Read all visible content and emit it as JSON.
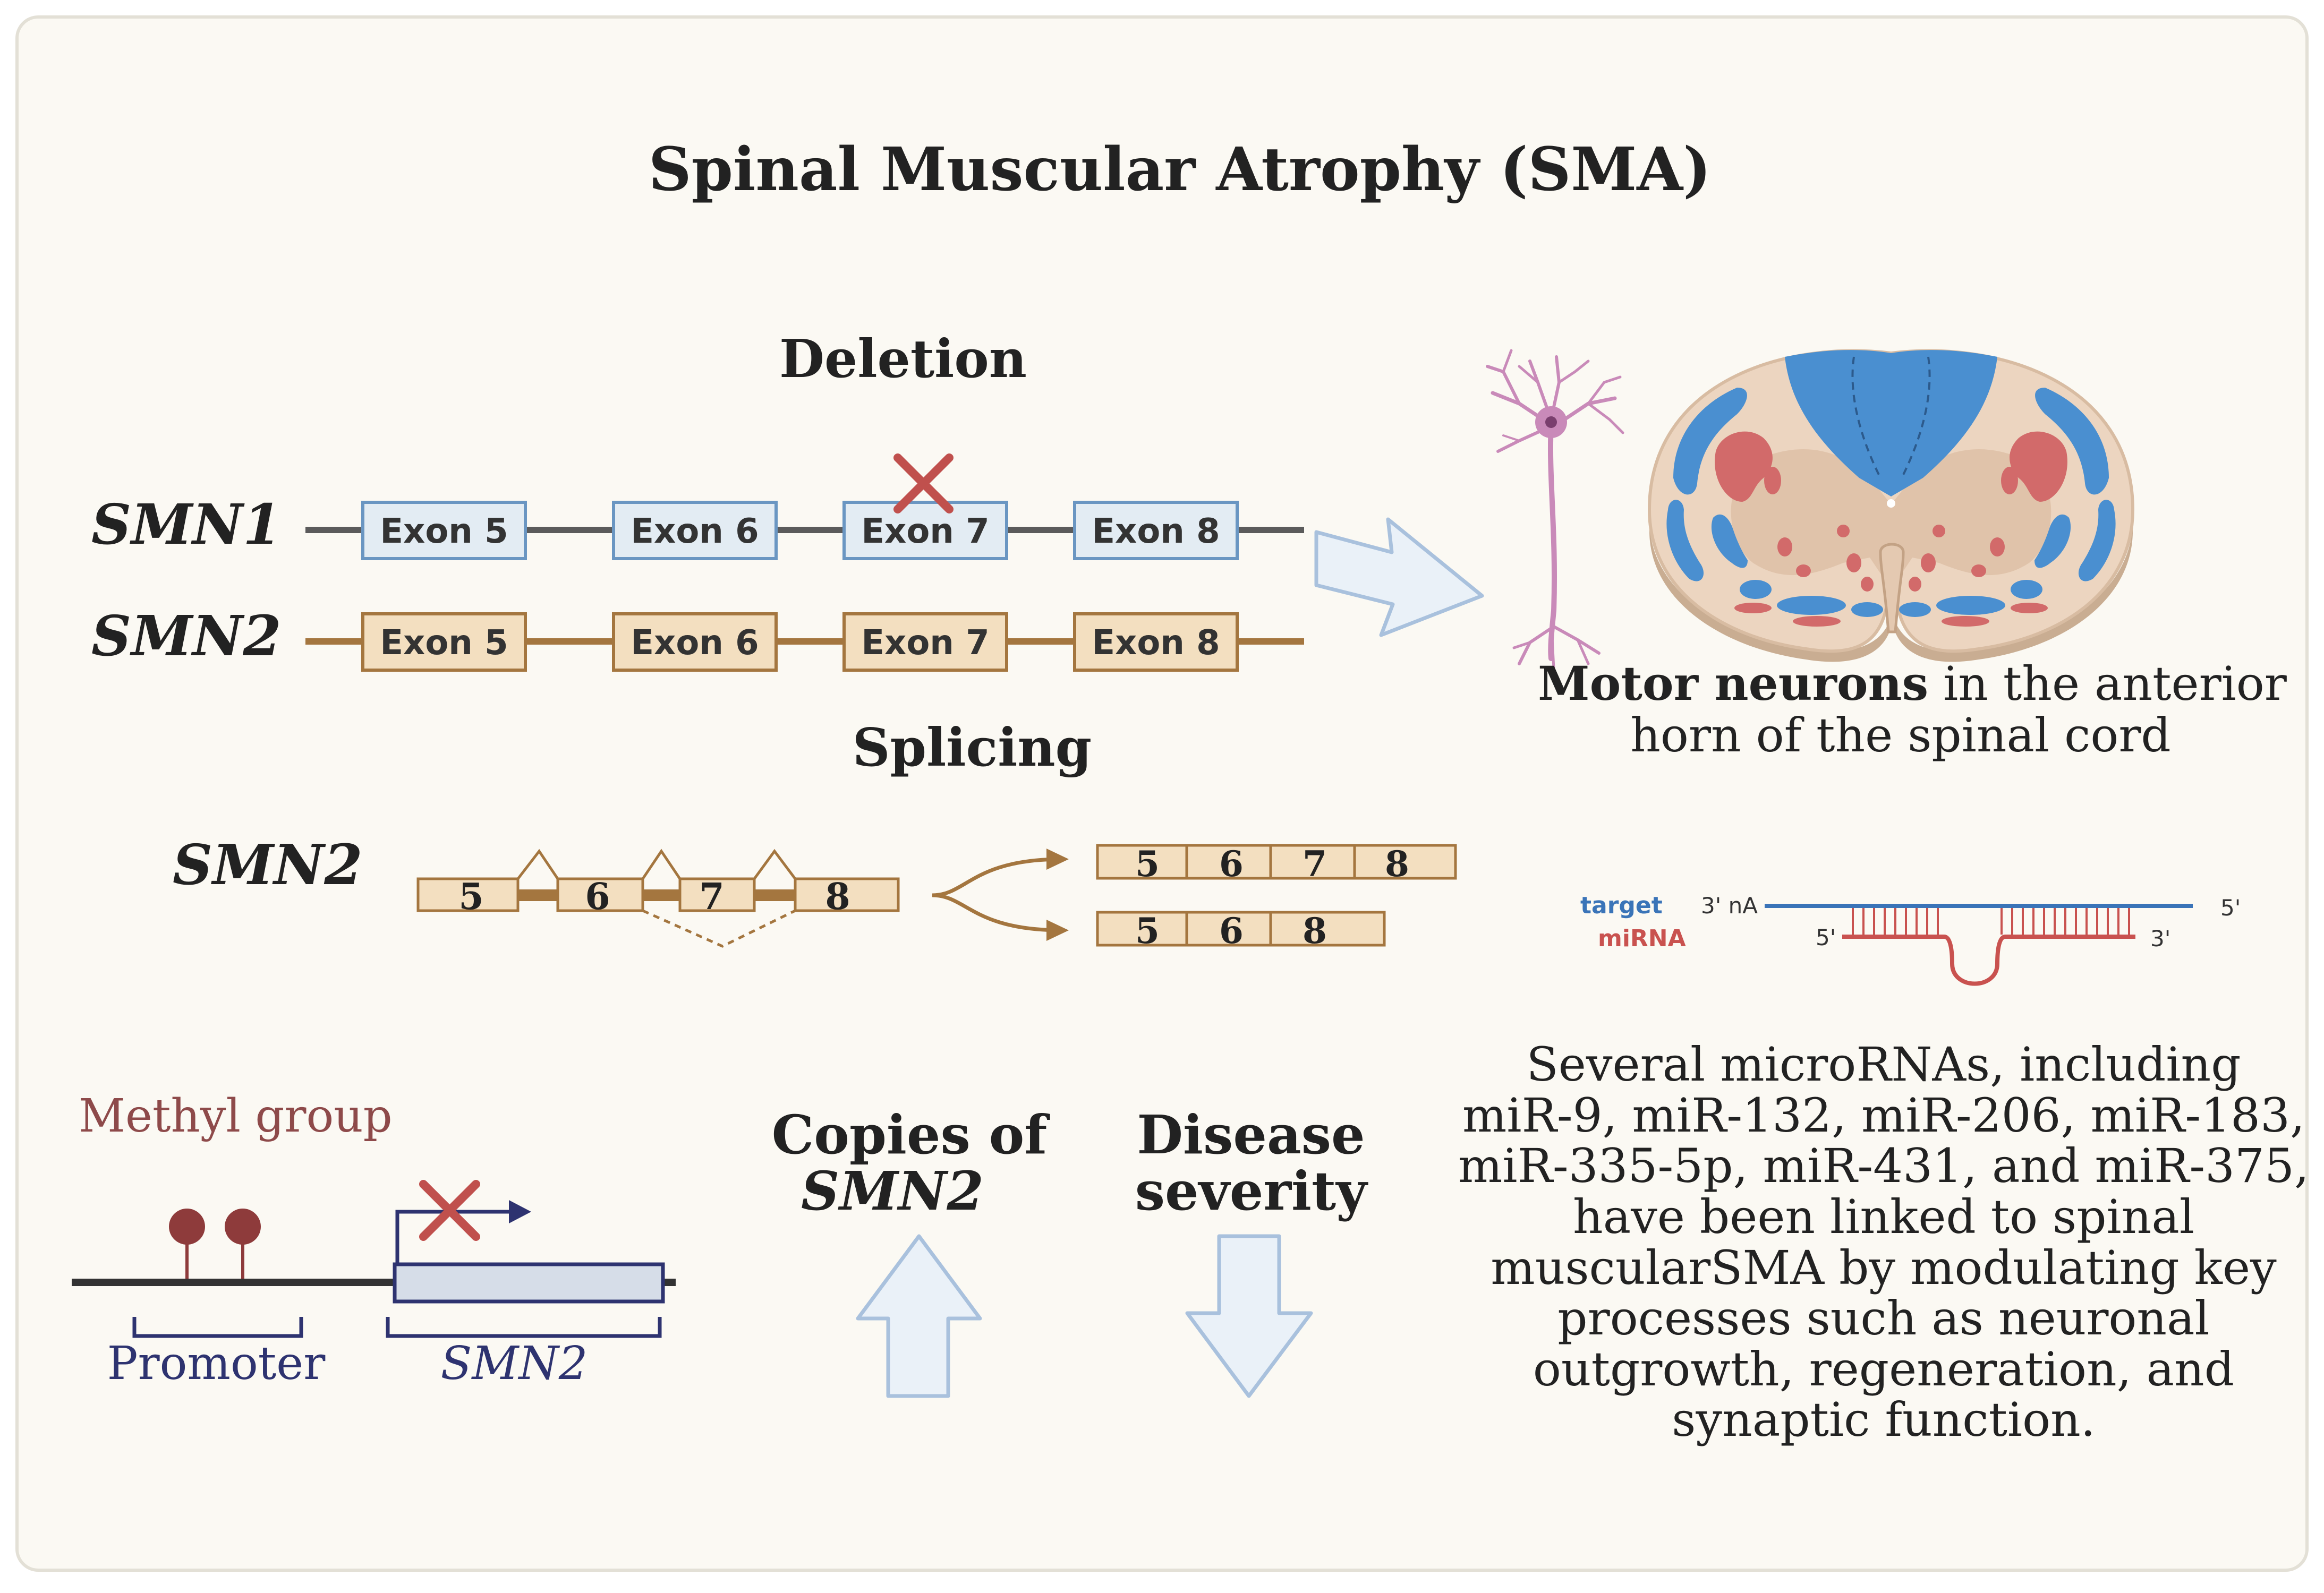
{
  "title": "Spinal Muscular Atrophy (SMA)",
  "deletion": {
    "heading": "Deletion",
    "smn1": {
      "label": "SMN1",
      "exons": [
        "Exon 5",
        "Exon 6",
        "Exon 7",
        "Exon 8"
      ]
    },
    "smn2": {
      "label": "SMN2",
      "exons": [
        "Exon 5",
        "Exon 6",
        "Exon 7",
        "Exon 8"
      ]
    }
  },
  "motor_neurons": {
    "caption_bold": "Motor neurons",
    "caption_rest_1": " in the anterior",
    "caption_line_2": "horn of the spinal cord"
  },
  "splicing": {
    "heading": "Splicing",
    "gene_label": "SMN2",
    "pre_mrna": [
      "5",
      "6",
      "7",
      "8"
    ],
    "product_full": [
      "5",
      "6",
      "7",
      "8"
    ],
    "product_skipped": [
      "5",
      "6",
      "8"
    ]
  },
  "mirna_binding": {
    "target_label": "target",
    "mirna_label": "miRNA",
    "target_3prime": "3' nA",
    "target_5prime": "5'",
    "mirna_5prime": "5'",
    "mirna_3prime": "3'"
  },
  "methylation": {
    "methyl_label": "Methyl group",
    "promoter_label": "Promoter",
    "gene_label": "SMN2"
  },
  "copies": {
    "line1": "Copies of",
    "line2": "SMN2"
  },
  "severity": {
    "line1": "Disease",
    "line2": "severity"
  },
  "mirna_text": [
    "Several microRNAs, including",
    "miR-9, miR-132, miR-206, miR-183,",
    "miR-335-5p, miR-431, and miR-375,",
    "have been linked to spinal",
    "muscularSMA by modulating key",
    "processes such as neuronal",
    "outgrowth, regeneration, and",
    "synaptic function."
  ],
  "colors": {
    "background": "#fbf9f3",
    "smn1_exon_fill": "#e3ecf3",
    "smn1_exon_stroke": "#6a96c2",
    "smn2_exon_fill": "#f3dfc0",
    "smn2_exon_stroke": "#a4763f",
    "cross": "#c0504d",
    "white_matter": "#4a8fd0",
    "motor_neuron_red": "#d26a6a",
    "neuron": "#c98ab9",
    "target_blue": "#3a74b8",
    "mirna_red": "#c9524f",
    "methyl": "#8e3b3b",
    "promoter_navy": "#2e3370",
    "arrow_fill": "#eaf1f8",
    "arrow_stroke": "#a9c1dd"
  }
}
